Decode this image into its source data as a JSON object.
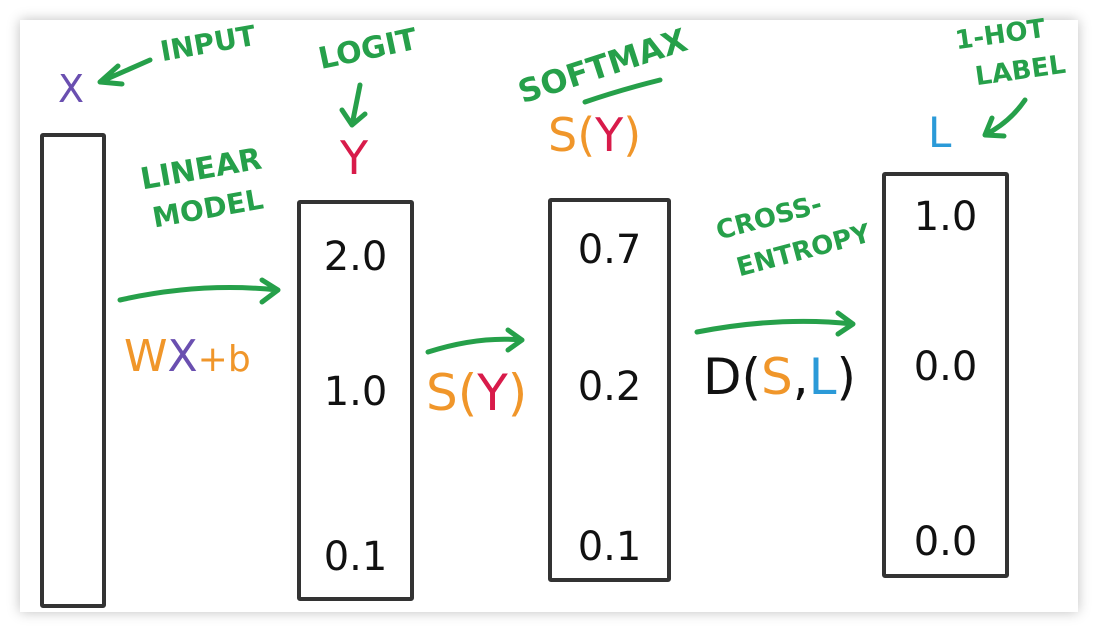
{
  "labels": {
    "input": "INPUT",
    "logit": "LOGIT",
    "softmax": "SOFTMAX",
    "one_hot_label": [
      "1-HOT",
      "LABEL"
    ],
    "linear_model": [
      "LINEAR",
      "MODEL"
    ],
    "cross_entropy": [
      "CROSS-",
      "ENTROPY"
    ]
  },
  "symbols": {
    "x": "X",
    "y": "Y",
    "s_open": "S(",
    "y_in_s": "Y",
    "close": ")",
    "l": "L",
    "w": "W",
    "wx_x": "X",
    "plus_b": "+b",
    "d_open": "D(",
    "d_s": "S",
    "comma": ",",
    "d_l": "L"
  },
  "logits": [
    "2.0",
    "1.0",
    "0.1"
  ],
  "softmax_values": [
    "0.7",
    "0.2",
    "0.1"
  ],
  "one_hot_values": [
    "1.0",
    "0.0",
    "0.0"
  ],
  "colors": {
    "green": "#26a04a",
    "purple": "#6a4fb0",
    "red": "#d81b4a",
    "orange": "#f0962a",
    "blue": "#2b9ad8",
    "ink": "#111111"
  }
}
